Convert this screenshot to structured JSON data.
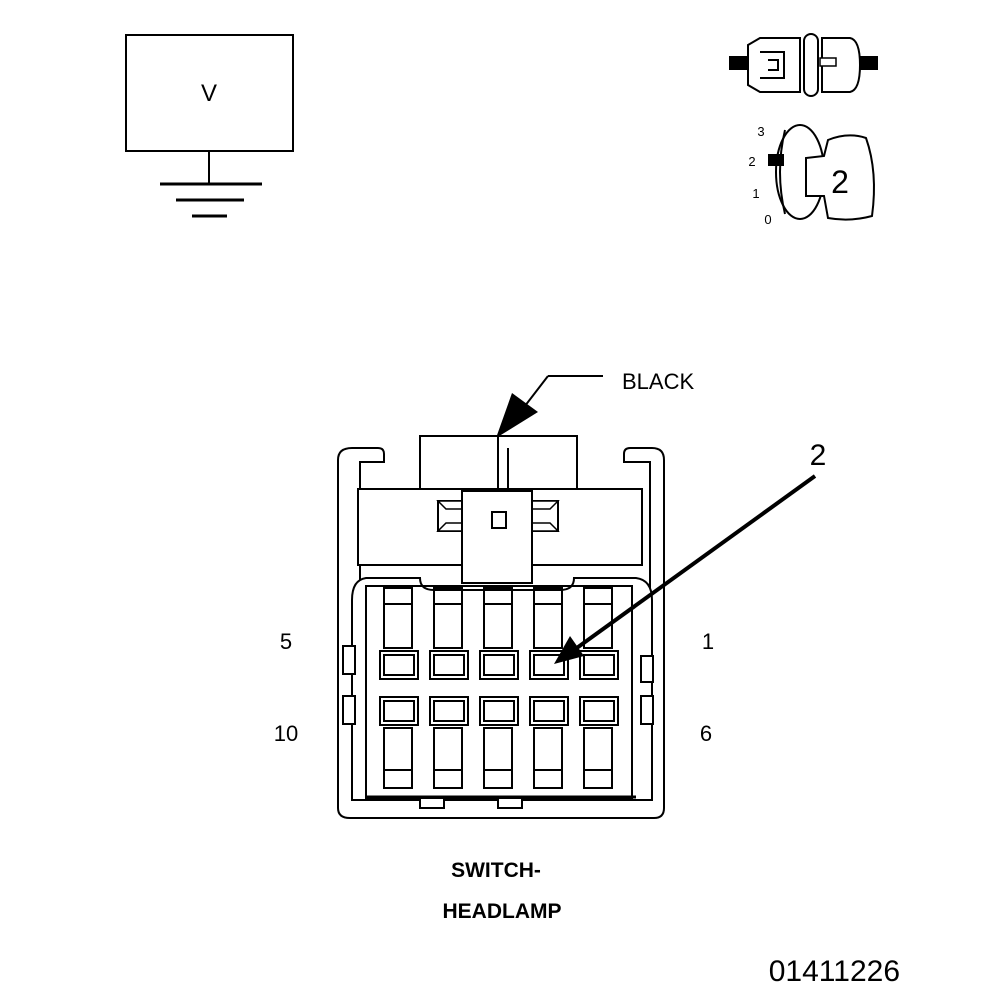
{
  "voltmeter": {
    "symbol": "V"
  },
  "key_switch": {
    "positions": [
      "3",
      "2",
      "1",
      "0"
    ],
    "key_label": "2"
  },
  "connector": {
    "color_label": "BLACK",
    "callout": "2",
    "pins": {
      "top_left": "5",
      "top_right": "1",
      "bottom_left": "10",
      "bottom_right": "6"
    },
    "name_line1": "SWITCH-",
    "name_line2": "HEADLAMP"
  },
  "figure_id": "01411226"
}
